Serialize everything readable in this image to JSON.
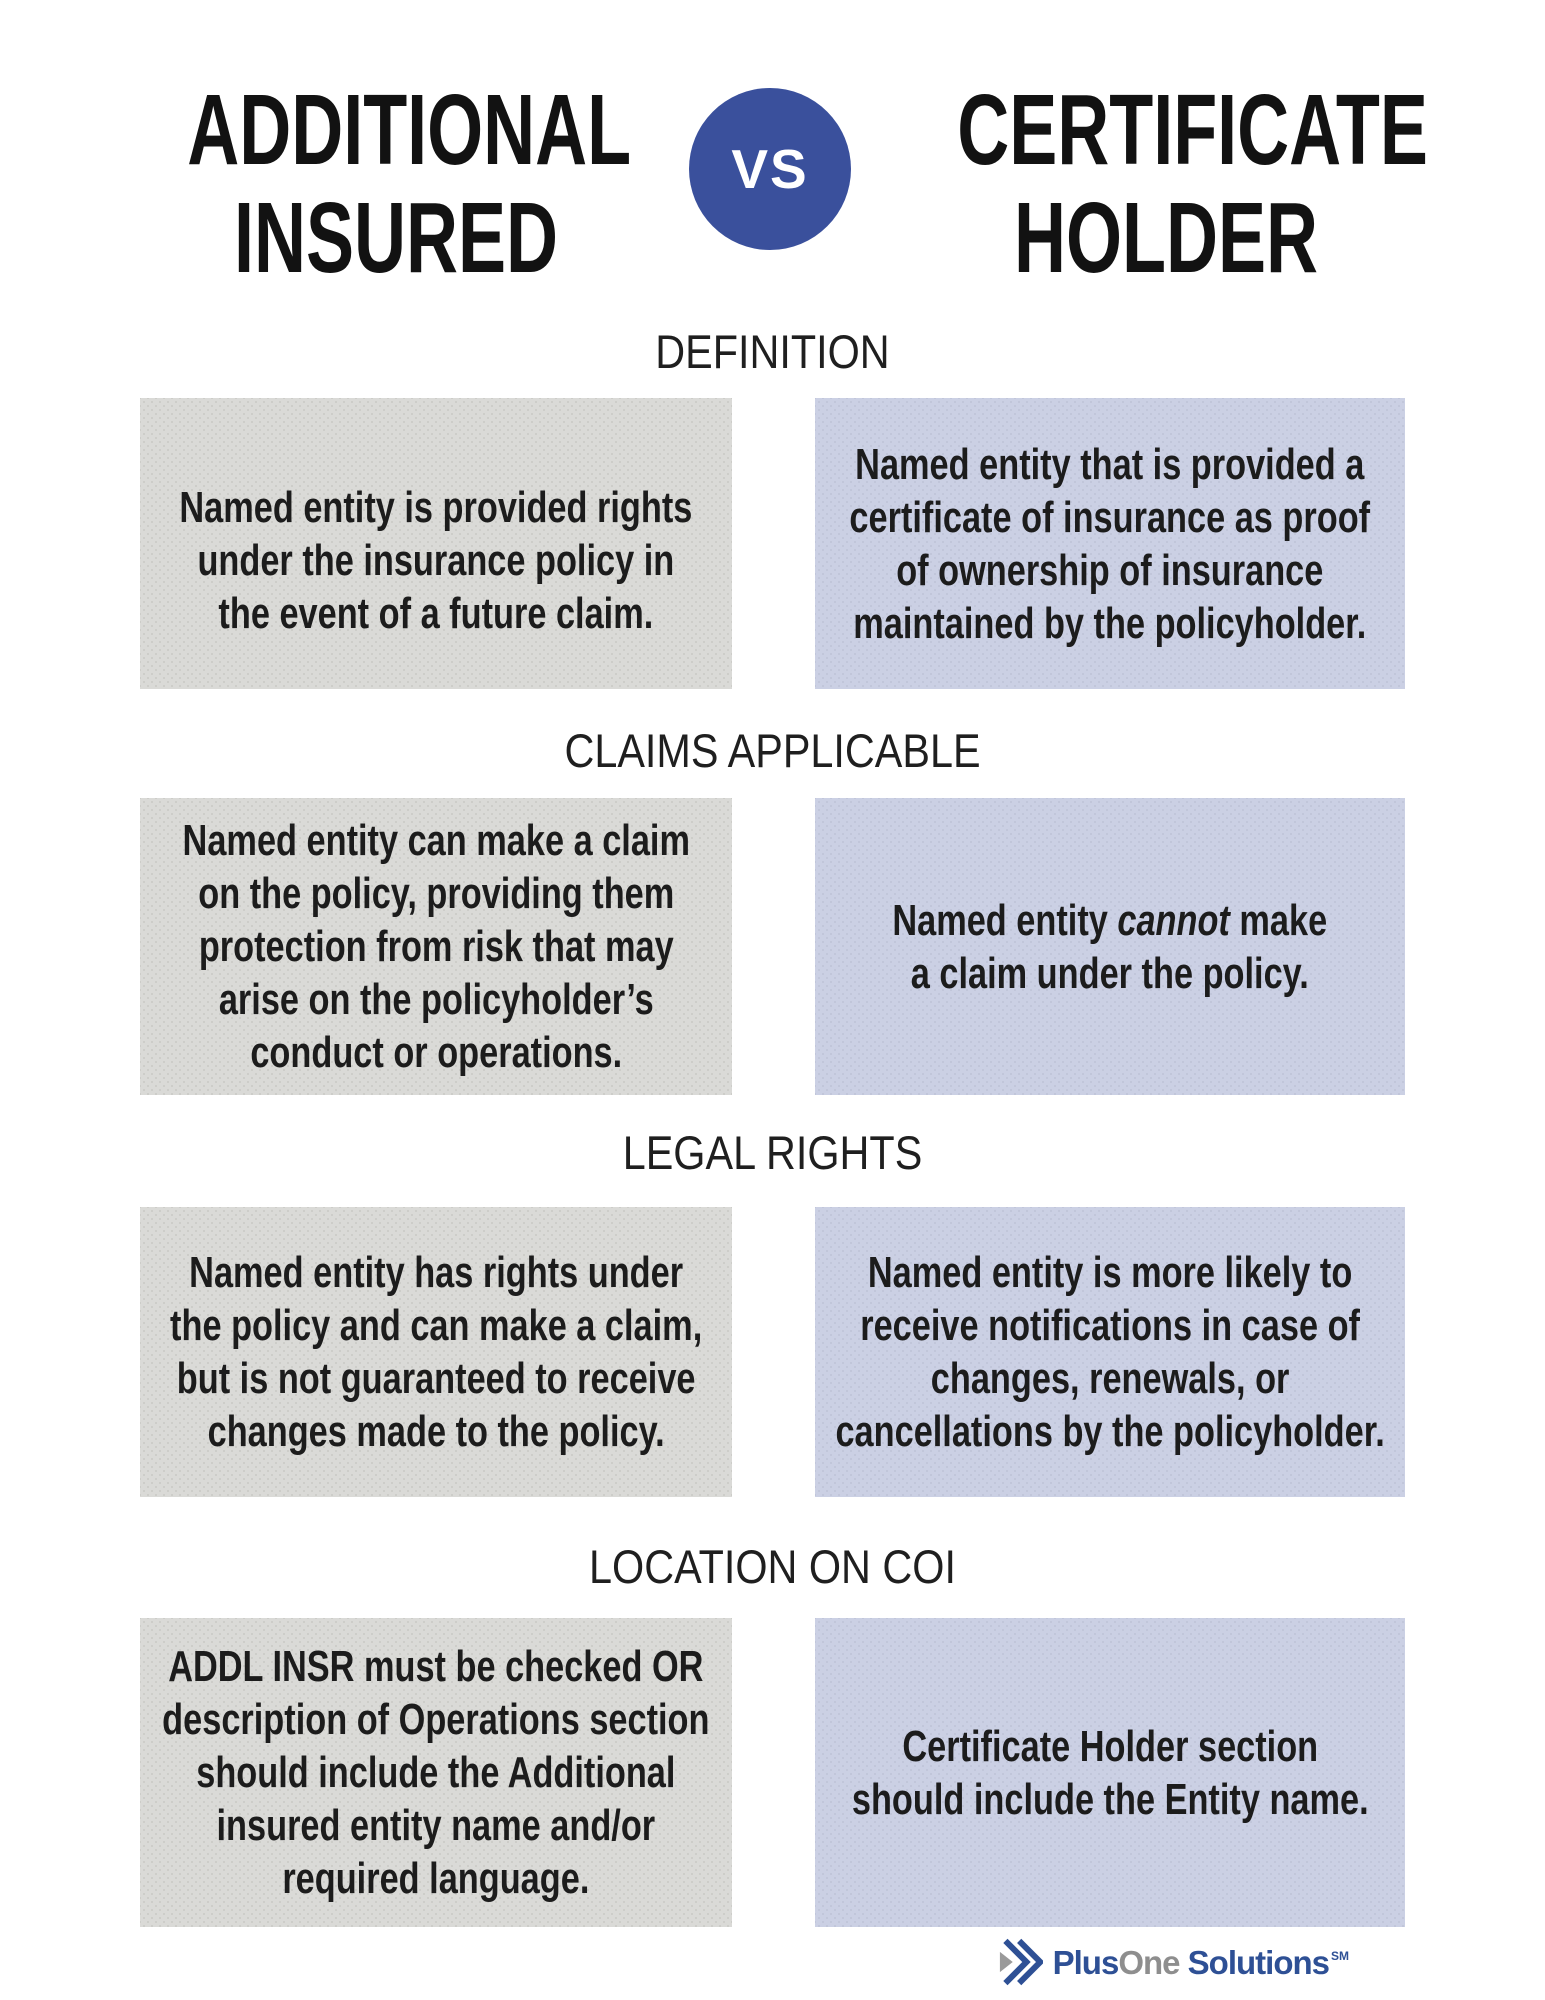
{
  "header": {
    "left_title": [
      "ADDITIONAL",
      "INSURED"
    ],
    "vs": "VS",
    "right_title": [
      "CERTIFICATE",
      "HOLDER"
    ]
  },
  "sections": [
    {
      "heading": "DEFINITION",
      "left": [
        "Named entity is provided rights",
        "under the insurance policy in",
        "the event of a future claim."
      ],
      "right": [
        "Named entity that is provided a",
        "certificate of insurance as proof",
        "of ownership of insurance",
        "maintained by the policyholder."
      ]
    },
    {
      "heading": "CLAIMS APPLICABLE",
      "left": [
        "Named entity can make a claim",
        "on the policy, providing them",
        "protection from risk that may",
        "arise on the policyholder’s",
        "conduct or operations."
      ],
      "right_prefix": "Named entity ",
      "right_italic": "cannot",
      "right_suffix": " make\na claim under the policy."
    },
    {
      "heading": "LEGAL RIGHTS",
      "left": [
        "Named entity has rights under",
        "the policy and can make a claim,",
        "but is not guaranteed to receive",
        "changes made to the policy."
      ],
      "right": [
        "Named entity is more likely to",
        "receive notifications in case of",
        "changes, renewals, or",
        "cancellations by the policyholder."
      ]
    },
    {
      "heading": "LOCATION ON COI",
      "left": [
        "ADDL INSR must be checked OR",
        "description of Operations section",
        "should include the Additional",
        "insured entity name and/or",
        "required language."
      ],
      "right": [
        "Certificate Holder section",
        "should include the Entity name."
      ]
    }
  ],
  "footer": {
    "logo": {
      "plus": "Plus",
      "one": "One",
      "solutions": " Solutions",
      "sm": "SM"
    }
  },
  "colors": {
    "vs_circle": "#3a509c",
    "left_box": "#dadad7",
    "right_box": "#cbd0e4",
    "title_text": "#121212",
    "body_text": "#1c1c1c",
    "logo_blue": "#2e5095",
    "logo_gray": "#8e8e8e"
  }
}
